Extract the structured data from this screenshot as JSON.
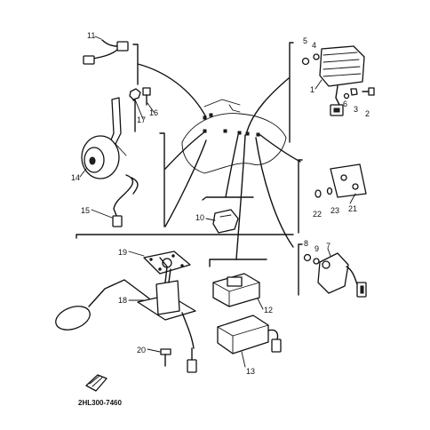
{
  "diagram": {
    "part_code": "2HL300-7460",
    "callouts": {
      "p1": "1",
      "p2": "2",
      "p3": "3",
      "p4": "4",
      "p5": "5",
      "p6": "6",
      "p7": "7",
      "p8": "8",
      "p9": "9",
      "p10": "10",
      "p11": "11",
      "p12": "12",
      "p13": "13",
      "p14": "14",
      "p15": "15",
      "p16": "16",
      "p17": "17",
      "p18": "18",
      "p19": "19",
      "p20": "20",
      "p21": "21",
      "p22": "22",
      "p23": "23"
    }
  }
}
